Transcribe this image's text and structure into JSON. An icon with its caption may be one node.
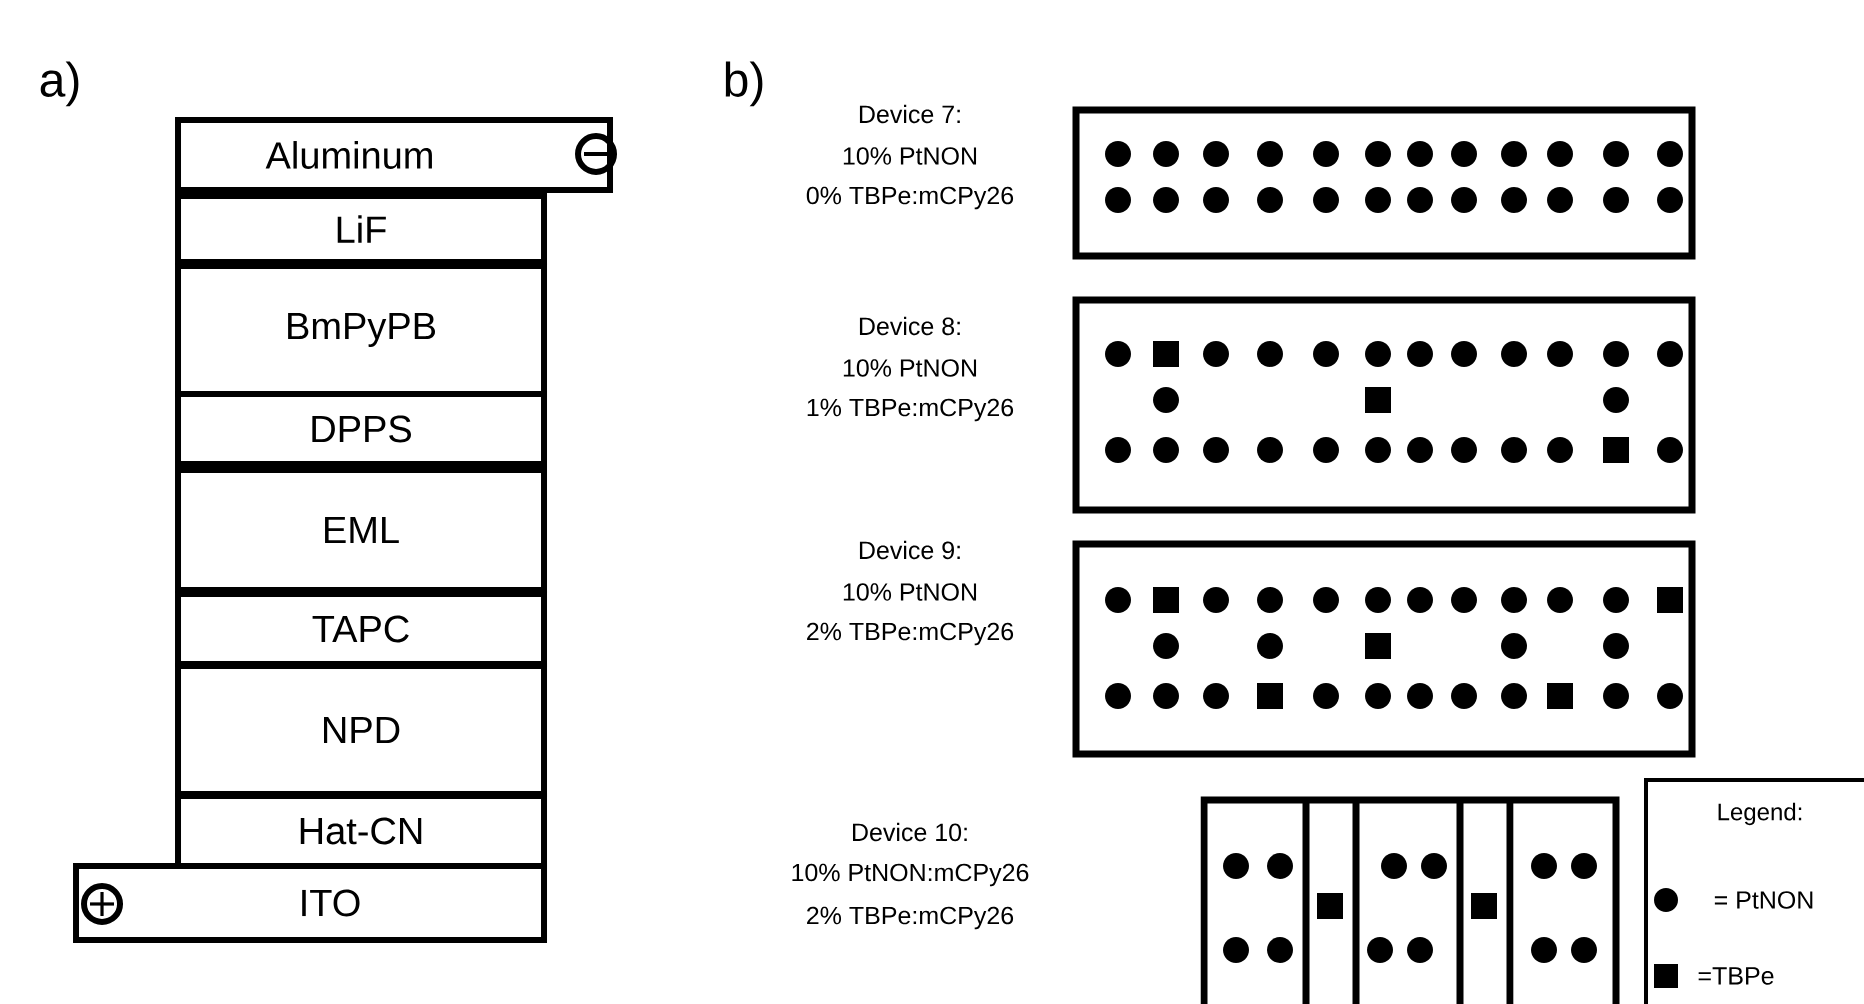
{
  "diagram": {
    "nodes": [
      {
        "text": [
          "Aluminum"
        ]
      },
      {
        "text": [
          "LiF"
        ]
      },
      {
        "text": [
          "BmPyPB"
        ]
      },
      {
        "text": [
          "DPPS"
        ]
      },
      {
        "text": [
          "EML"
        ]
      },
      {
        "text": [
          "TAPC"
        ]
      },
      {
        "text": [
          "NPD"
        ]
      },
      {
        "text": [
          "Hat-CN"
        ]
      },
      {
        "text": [
          "ITO"
        ]
      },
      {
        "text": [],
        "shape": "box",
        "beside": [
          "Device 7:",
          "10% PtNON",
          "0% TBPe:mCPy26"
        ]
      },
      {
        "text": [],
        "shape": "box",
        "beside": [
          "Device 8:",
          "10% PtNON",
          "1% TBPe:mCPy26"
        ]
      },
      {
        "text": [],
        "shape": "box",
        "beside": [
          "Device 9:",
          "10% PtNON",
          "2% TBPe:mCPy26"
        ]
      },
      {
        "text": [],
        "shape": "box",
        "beside": [
          "Device 10:",
          "10% PtNON:mCPy26",
          "2% TBPe:mCPy26"
        ]
      }
    ],
    "edges": [],
    "labels": [
      "a)",
      "b)",
      "Legend:"
    ],
    "legend": [
      {
        "text": "= PtNON"
      },
      {
        "text": "=TBPe"
      }
    ]
  }
}
